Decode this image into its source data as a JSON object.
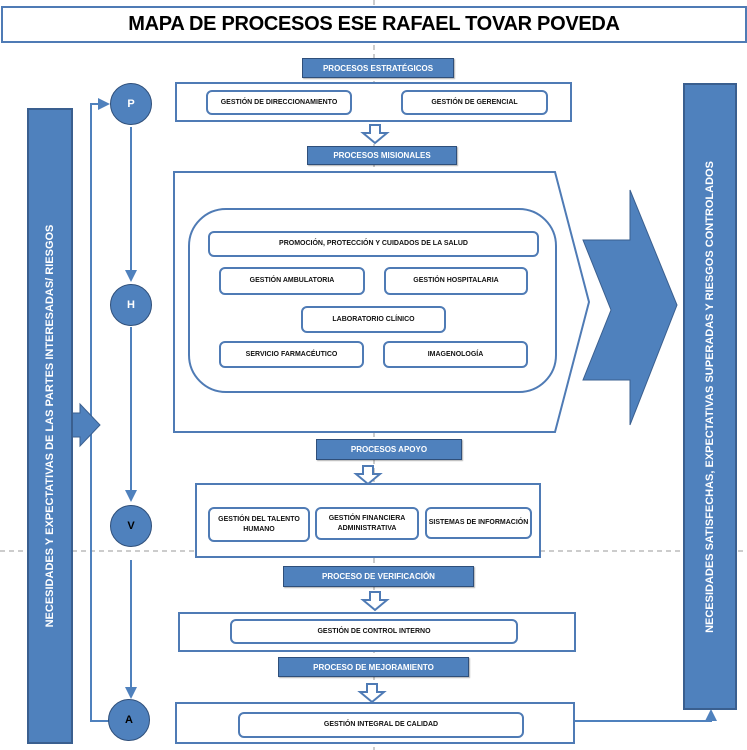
{
  "title": "MAPA DE PROCESOS ESE RAFAEL TOVAR POVEDA",
  "left_bar": "NECESIDADES Y EXPECTATIVAS  DE LAS PARTES INTERESADAS/ RIESGOS",
  "right_bar": "NECESIDADES SATISFECHAS, EXPECTATIVAS SUPERADAS Y RIESGOS CONTROLADOS",
  "cycle": [
    "P",
    "H",
    "V",
    "A"
  ],
  "sections": {
    "estrategicos": {
      "header": "PROCESOS ESTRATÉGICOS",
      "items": [
        "GESTIÓN  DE DIRECCIONAMIENTO",
        "GESTIÓN DE GERENCIAL"
      ]
    },
    "misionales": {
      "header": "PROCESOS MISIONALES",
      "items": [
        "PROMOCIÓN, PROTECCIÓN Y CUIDADOS DE LA SALUD",
        "GESTIÓN AMBULATORIA",
        "GESTIÓN HOSPITALARIA",
        "LABORATORIO CLÍNICO",
        "SERVICIO FARMACÉUTICO",
        "IMAGENOLOGÍA"
      ]
    },
    "apoyo": {
      "header": "PROCESOS APOYO",
      "items": [
        "GESTIÓN DEL TALENTO HUMANO",
        "GESTIÓN FINANCIERA ADMINISTRATIVA",
        "SISTEMAS DE INFORMACIÓN"
      ]
    },
    "verificacion": {
      "header": "PROCESO DE VERIFICACIÓN",
      "items": [
        "GESTIÓN DE CONTROL INTERNO"
      ]
    },
    "mejoramiento": {
      "header": "PROCESO DE MEJORAMIENTO",
      "items": [
        "GESTIÓN INTEGRAL DE CALIDAD"
      ]
    }
  },
  "colors": {
    "primary": "#4f81bd",
    "border": "#4f7bb5",
    "dark_border": "#2f4f7a"
  }
}
